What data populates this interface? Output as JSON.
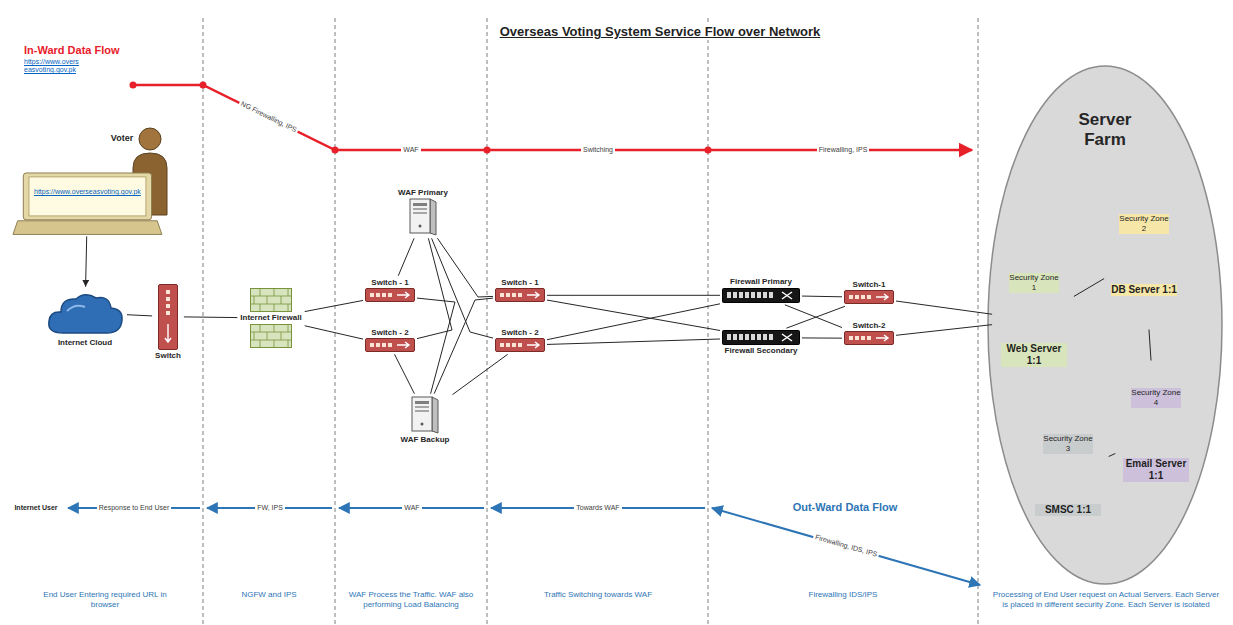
{
  "diagram": {
    "title": "Overseas Voting System Service Flow over Network",
    "nodes": [
      {
        "text": [
          "https://www.overseasvoting.gov.pk"
        ]
      },
      {
        "text": [
          "Internet Cloud"
        ]
      },
      {
        "text": [
          "Switch"
        ]
      },
      {
        "text": [
          "Internet Firewall"
        ]
      },
      {
        "text": [
          "WAF Primary"
        ]
      },
      {
        "text": [
          "Switch - 1"
        ]
      },
      {
        "text": [
          "Switch - 2"
        ]
      },
      {
        "text": [
          "WAF Backup"
        ]
      },
      {
        "text": [
          "Switch - 1"
        ]
      },
      {
        "text": [
          "Switch - 2"
        ]
      },
      {
        "text": [
          "Firewall Primary"
        ]
      },
      {
        "text": [
          "Firewall Secondary"
        ]
      },
      {
        "text": [
          "Switch-1"
        ]
      },
      {
        "text": [
          "Switch-2"
        ]
      },
      {
        "text": [
          "Server Farm"
        ]
      },
      {
        "text": [
          "Security Zone 1",
          "Web Server 1:1"
        ],
        "in": 14
      },
      {
        "text": [
          "Security Zone 2",
          "DB Server 1:1"
        ],
        "in": 14
      },
      {
        "text": [
          "Security Zone 3",
          "SMSC 1:1"
        ],
        "in": 14
      },
      {
        "text": [
          "Security Zone 4",
          "Email Server 1:1"
        ],
        "in": 14
      }
    ],
    "edges": [
      {
        "from": 0,
        "to": 1,
        "arrow": "to"
      },
      {
        "from": 1,
        "to": 2,
        "arrow": "none"
      },
      {
        "from": 2,
        "to": 3,
        "arrow": "none"
      },
      {
        "from": 3,
        "to": 5,
        "arrow": "none"
      },
      {
        "from": 3,
        "to": 6,
        "arrow": "none"
      },
      {
        "from": 5,
        "to": 4,
        "arrow": "none"
      },
      {
        "from": 6,
        "to": 4,
        "arrow": "none"
      },
      {
        "from": 5,
        "to": 7,
        "arrow": "none"
      },
      {
        "from": 6,
        "to": 7,
        "arrow": "none"
      },
      {
        "from": 4,
        "to": 8,
        "arrow": "none"
      },
      {
        "from": 4,
        "to": 9,
        "arrow": "none"
      },
      {
        "from": 7,
        "to": 8,
        "arrow": "none"
      },
      {
        "from": 7,
        "to": 9,
        "arrow": "none"
      },
      {
        "from": 8,
        "to": 10,
        "arrow": "none"
      },
      {
        "from": 8,
        "to": 11,
        "arrow": "none"
      },
      {
        "from": 9,
        "to": 10,
        "arrow": "none"
      },
      {
        "from": 9,
        "to": 11,
        "arrow": "none"
      },
      {
        "from": 10,
        "to": 12,
        "arrow": "none"
      },
      {
        "from": 10,
        "to": 13,
        "arrow": "none"
      },
      {
        "from": 11,
        "to": 12,
        "arrow": "none"
      },
      {
        "from": 11,
        "to": 13,
        "arrow": "none"
      },
      {
        "from": 12,
        "to": 15,
        "arrow": "none"
      },
      {
        "from": 13,
        "to": 15,
        "arrow": "none"
      },
      {
        "from": 15,
        "to": 16,
        "arrow": "none"
      },
      {
        "from": 17,
        "to": 18,
        "arrow": "none"
      },
      {
        "from": 16,
        "to": 18,
        "arrow": "none"
      }
    ],
    "labels": [
      "In-Ward Data Flow",
      "https://www.overseasvoting.gov.pk",
      "Voter",
      "NG Firewalling, IPS",
      "WAF",
      "Switching",
      "Firewalling, IPS",
      "Internet User",
      "Response to End User",
      "FW, IPS",
      "WAF",
      "Towards WAF",
      "Out-Ward Data Flow",
      "Firewalling, IDS, IPS",
      "End User Entering required URL in browser",
      "NGFW and IPS",
      "WAF Process the Traffic. WAF also performing Load Balancing",
      "Traffic Switching towards WAF",
      "Firewalling IDS/IPS",
      "Processing of End User request on Actual Servers. Each Server is placed in different security Zone. Each Server is isolated"
    ]
  }
}
